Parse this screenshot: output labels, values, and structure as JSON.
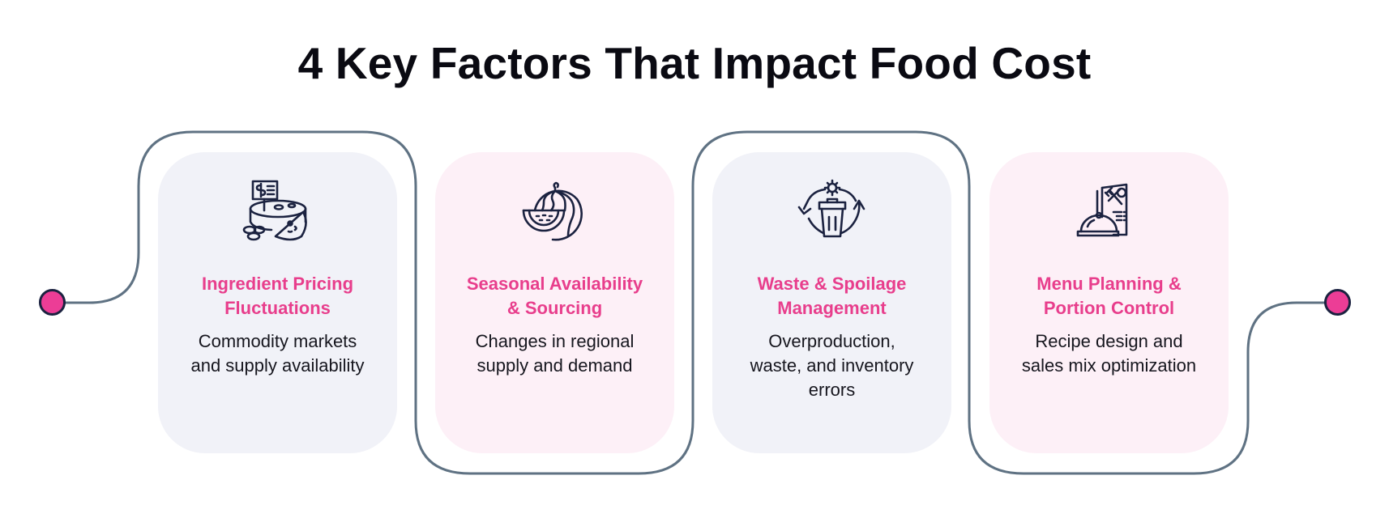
{
  "title": "4 Key Factors That Impact Food Cost",
  "colors": {
    "accent": "#ec3d96",
    "heading": "#e83e8c",
    "connector": "#5f7283",
    "icon": "#1b2240",
    "card_gray": "#f1f2f8",
    "card_pink": "#fdf0f7"
  },
  "factors": [
    {
      "icon": "cheese-price-tag-icon",
      "heading_line1": "Ingredient Pricing",
      "heading_line2": "Fluctuations",
      "desc_line1": "Commodity markets",
      "desc_line2": "and supply availability"
    },
    {
      "icon": "watermelon-icon",
      "heading_line1": "Seasonal Availability",
      "heading_line2": "& Sourcing",
      "desc_line1": "Changes in regional",
      "desc_line2": "supply and demand"
    },
    {
      "icon": "recycle-trash-gear-icon",
      "heading_line1": "Waste & Spoilage",
      "heading_line2": "Management",
      "desc_line1": "Overproduction,",
      "desc_line2": "waste, and inventory",
      "desc_line3": "errors"
    },
    {
      "icon": "menu-cloche-icon",
      "heading_line1": "Menu Planning &",
      "heading_line2": "Portion Control",
      "desc_line1": "Recipe design and",
      "desc_line2": "sales mix optimization"
    }
  ]
}
